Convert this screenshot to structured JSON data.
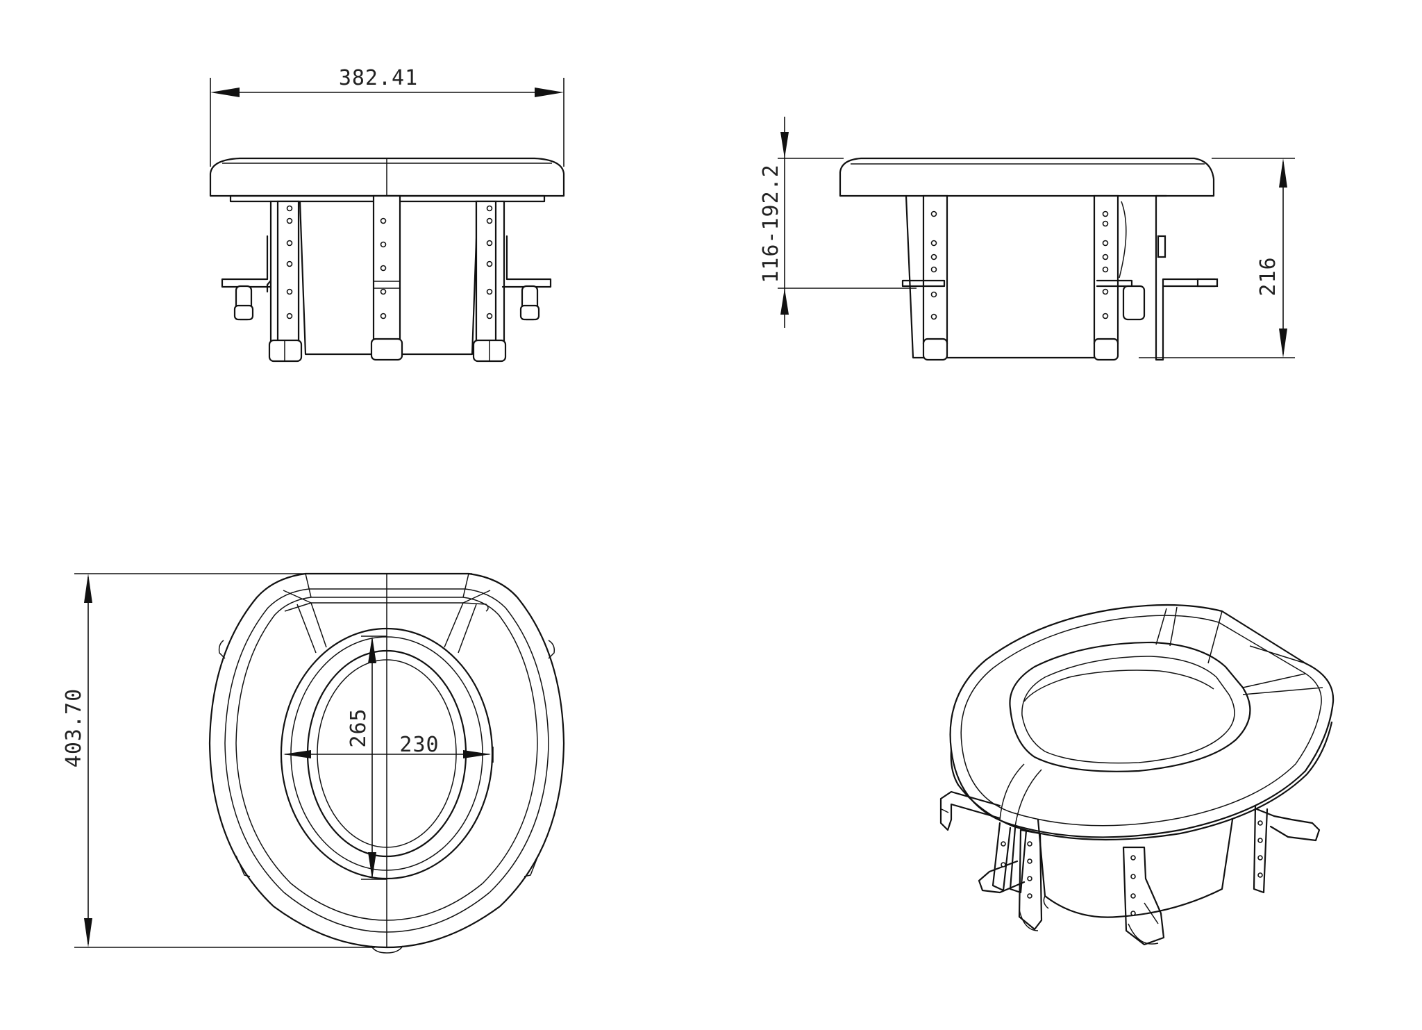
{
  "dimensions": {
    "width": "382.41",
    "depth": "403.70",
    "height_range": "116-192.2",
    "height": "216",
    "opening_length": "265",
    "opening_width": "230"
  }
}
